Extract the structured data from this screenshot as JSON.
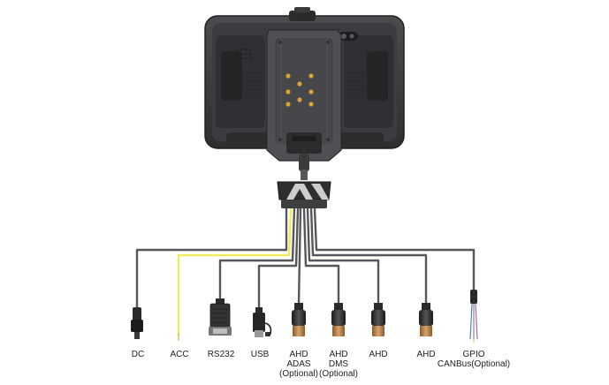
{
  "colors": {
    "background": "#ffffff",
    "device_body": "#3b3d40",
    "device_dark": "#242628",
    "bracket": "#4a4c4f",
    "pins": "#d9a23a",
    "cable": "#55575a",
    "acc_cable": "#f2ea5a",
    "label": "#222222"
  },
  "connectors": [
    {
      "key": "dc",
      "lines": [
        "DC"
      ],
      "icon": "dc-plug-icon"
    },
    {
      "key": "acc",
      "lines": [
        "ACC"
      ],
      "icon": "bare-wire-icon"
    },
    {
      "key": "rs232",
      "lines": [
        "RS232"
      ],
      "icon": "db9-connector-icon"
    },
    {
      "key": "usb",
      "lines": [
        "USB"
      ],
      "icon": "usb-plug-icon"
    },
    {
      "key": "ahd_adas",
      "lines": [
        "AHD",
        "ADAS",
        "(Optional)"
      ],
      "icon": "aviation-connector-icon"
    },
    {
      "key": "ahd_dms",
      "lines": [
        "AHD",
        "DMS",
        "(Optional)"
      ],
      "icon": "aviation-connector-icon"
    },
    {
      "key": "ahd_1",
      "lines": [
        "AHD"
      ],
      "icon": "aviation-connector-icon"
    },
    {
      "key": "ahd_2",
      "lines": [
        "AHD"
      ],
      "icon": "aviation-connector-icon"
    },
    {
      "key": "gpio",
      "lines": [
        "GPIO",
        "CANBus(Optional)"
      ],
      "icon": "gpio-wire-icon"
    }
  ]
}
